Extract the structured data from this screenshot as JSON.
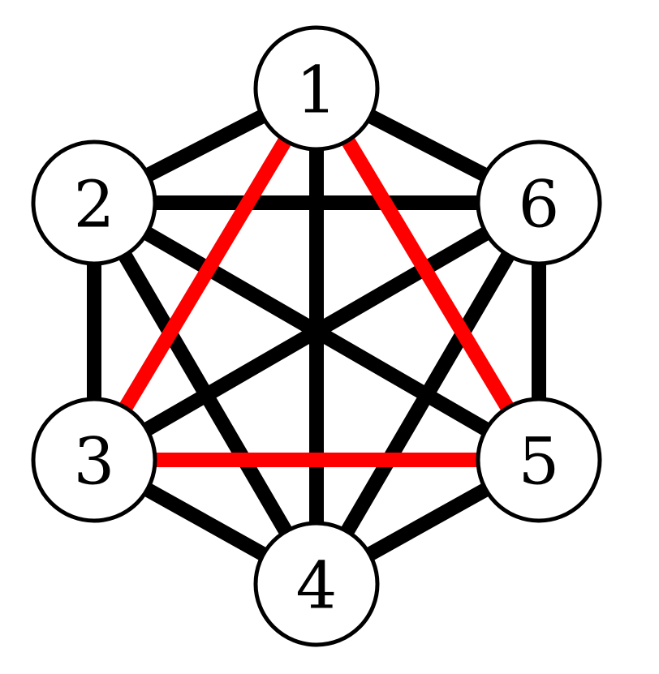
{
  "graph": {
    "nodes": [
      {
        "id": "1",
        "label": "1"
      },
      {
        "id": "2",
        "label": "2"
      },
      {
        "id": "3",
        "label": "3"
      },
      {
        "id": "4",
        "label": "4"
      },
      {
        "id": "5",
        "label": "5"
      },
      {
        "id": "6",
        "label": "6"
      }
    ],
    "edges": [
      {
        "from": "1",
        "to": "2",
        "color": "black"
      },
      {
        "from": "1",
        "to": "3",
        "color": "red"
      },
      {
        "from": "1",
        "to": "4",
        "color": "black"
      },
      {
        "from": "1",
        "to": "5",
        "color": "red"
      },
      {
        "from": "1",
        "to": "6",
        "color": "black"
      },
      {
        "from": "2",
        "to": "3",
        "color": "black"
      },
      {
        "from": "2",
        "to": "4",
        "color": "black"
      },
      {
        "from": "2",
        "to": "5",
        "color": "black"
      },
      {
        "from": "2",
        "to": "6",
        "color": "black"
      },
      {
        "from": "3",
        "to": "4",
        "color": "black"
      },
      {
        "from": "3",
        "to": "5",
        "color": "red"
      },
      {
        "from": "3",
        "to": "6",
        "color": "black"
      },
      {
        "from": "4",
        "to": "5",
        "color": "black"
      },
      {
        "from": "4",
        "to": "6",
        "color": "black"
      },
      {
        "from": "5",
        "to": "6",
        "color": "black"
      }
    ],
    "colors": {
      "black": "#000000",
      "red": "#ff0000",
      "node_fill": "#ffffff"
    }
  }
}
